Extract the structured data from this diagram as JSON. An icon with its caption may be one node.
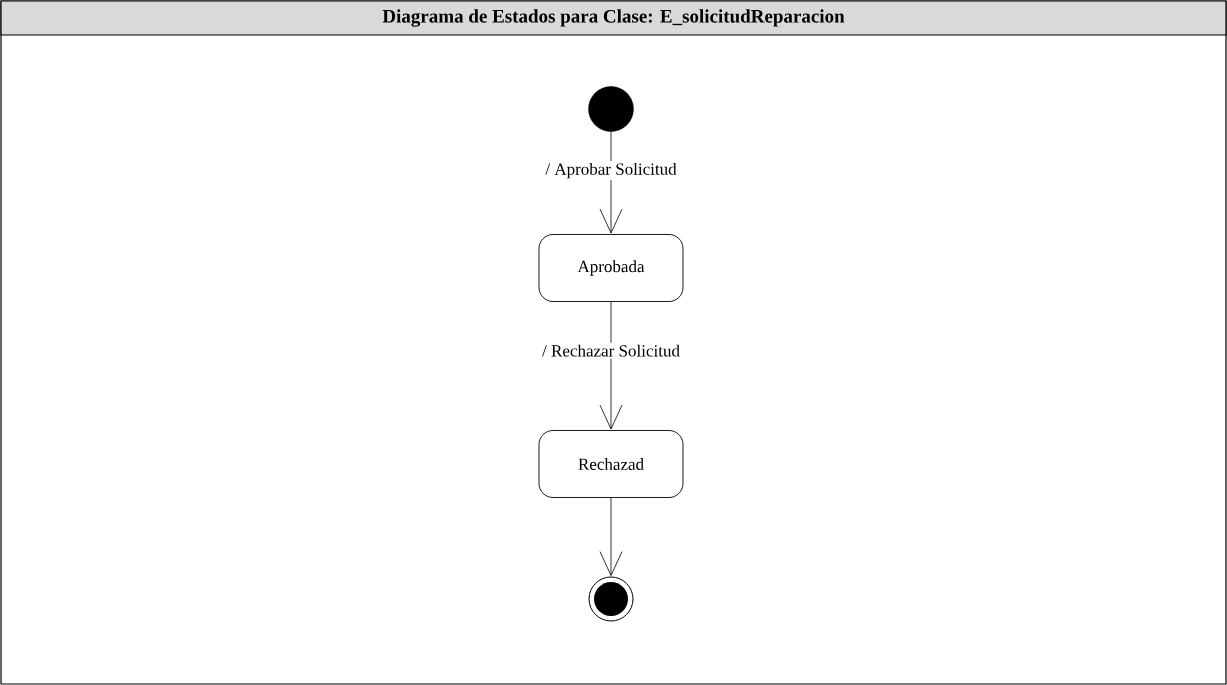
{
  "diagram": {
    "title": "Diagrama de Estados para Clase:  E_solicitudReparacion",
    "nodes": [
      {
        "text": [],
        "shape": "circle"
      },
      {
        "text": [
          "Aprobada"
        ]
      },
      {
        "text": [
          "Rechazad"
        ]
      },
      {
        "text": [],
        "shape": "bullseye"
      }
    ],
    "edges": [
      {
        "from": 0,
        "to": 1,
        "arrow": "to",
        "label": "/ Aprobar Solicitud"
      },
      {
        "from": 1,
        "to": 2,
        "arrow": "to",
        "label": "/ Rechazar Solicitud"
      },
      {
        "from": 2,
        "to": 3,
        "arrow": "to"
      }
    ]
  }
}
